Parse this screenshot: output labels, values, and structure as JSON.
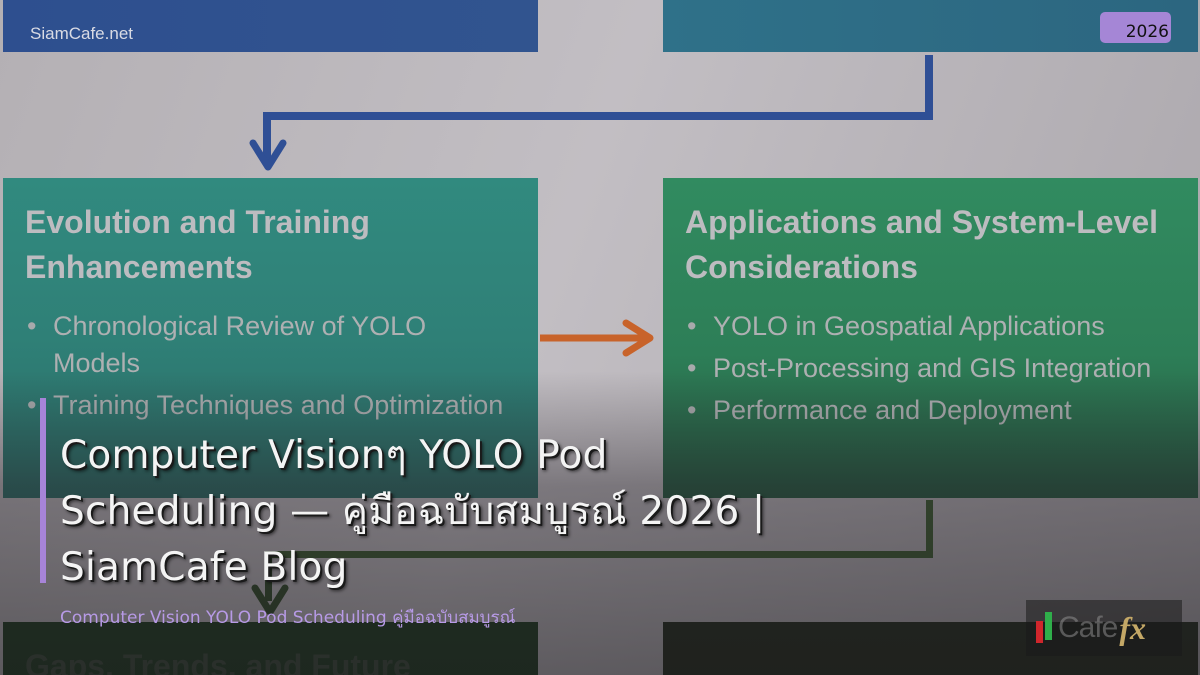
{
  "background_diagram": {
    "boxes": {
      "top_left": {
        "label": "SiamCafe.net",
        "color": "#2e4f8f"
      },
      "top_right": {
        "badge": "2026",
        "color": "#2f7189",
        "badge_color": "#a586d6"
      },
      "mid_left": {
        "title": "Evolution and Training Enhancements",
        "items": [
          "Chronological Review of YOLO Models",
          "Training Techniques and Optimization"
        ],
        "color": "#318a7f"
      },
      "mid_right": {
        "title": "Applications and System-Level Considerations",
        "items": [
          "YOLO in Geospatial Applications",
          "Post-Processing and GIS Integration",
          "Performance and Deployment"
        ],
        "color": "#318b60"
      },
      "bottom_left": {
        "title": "Gaps, Trends, and Future"
      }
    },
    "arrows": {
      "blue": "#2f4f95",
      "orange": "#c8632a",
      "green": "#3a5a2e"
    }
  },
  "headline": {
    "title": "Computer Visionๆ YOLO Pod Scheduling — คู่มือฉบับสมบูรณ์ 2026 | SiamCafe Blog",
    "subtitle": "Computer Vision YOLO Pod Scheduling คู่มือฉบับสมบูรณ์",
    "accent_color": "#a784d8"
  },
  "logo": {
    "text_main": "Cafe",
    "text_accent": "fx"
  }
}
